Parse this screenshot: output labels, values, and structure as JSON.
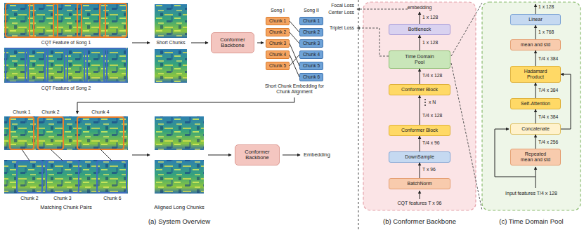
{
  "diagram": {
    "nodes": [
      {
        "text": [
          "Conformer Backbone"
        ]
      },
      {
        "text": [
          "Chunk 1"
        ]
      },
      {
        "text": [
          "Chunk 2"
        ]
      },
      {
        "text": [
          "Chunk 3"
        ]
      },
      {
        "text": [
          "Chunk 4"
        ]
      },
      {
        "text": [
          "Chunk 5"
        ]
      },
      {
        "text": [
          "Chunk 1"
        ]
      },
      {
        "text": [
          "Chunk 2"
        ]
      },
      {
        "text": [
          "Chunk 3"
        ]
      },
      {
        "text": [
          "Chunk 4"
        ]
      },
      {
        "text": [
          "Chunk 5"
        ]
      },
      {
        "text": [
          "Chunk 6"
        ]
      },
      {
        "text": [
          "Conformer Backbone"
        ]
      },
      {
        "text": [
          "Bottleneck"
        ]
      },
      {
        "text": [
          "Time Domain Pool"
        ]
      },
      {
        "text": [
          "Conformer Block"
        ]
      },
      {
        "text": [
          "Conformer Block"
        ]
      },
      {
        "text": [
          "DownSample"
        ]
      },
      {
        "text": [
          "BatchNorm"
        ]
      },
      {
        "text": [
          "Linear"
        ]
      },
      {
        "text": [
          "mean and std"
        ]
      },
      {
        "text": [
          "Hadamard Product"
        ]
      },
      {
        "text": [
          "Self-Attention"
        ]
      },
      {
        "text": [
          "Concatenate"
        ]
      },
      {
        "text": [
          "Repeated mean and std"
        ]
      }
    ],
    "edges": [
      {
        "from": 1,
        "to": 7,
        "arrow": "none"
      },
      {
        "from": 2,
        "to": 8,
        "arrow": "none"
      },
      {
        "from": 3,
        "to": 10,
        "arrow": "none"
      },
      {
        "from": 4,
        "to": 11,
        "arrow": "none"
      },
      {
        "from": 5,
        "to": 9,
        "arrow": "none"
      },
      {
        "from": 18,
        "to": 17,
        "arrow": "to"
      },
      {
        "from": 17,
        "to": 16,
        "arrow": "to"
      },
      {
        "from": 16,
        "to": 15,
        "arrow": "to"
      },
      {
        "from": 15,
        "to": 14,
        "arrow": "to"
      },
      {
        "from": 14,
        "to": 13,
        "arrow": "to"
      },
      {
        "from": 24,
        "to": 23,
        "arrow": "to"
      },
      {
        "from": 23,
        "to": 22,
        "arrow": "to"
      },
      {
        "from": 22,
        "to": 21,
        "arrow": "to"
      },
      {
        "from": 23,
        "to": 21,
        "arrow": "to"
      },
      {
        "from": 21,
        "to": 20,
        "arrow": "to"
      },
      {
        "from": 20,
        "to": 19,
        "arrow": "to"
      }
    ],
    "labels": [
      "CQT Feature of Song 1",
      "CQT Feature of Song 2",
      "Short Chunks",
      "Song I",
      "Song II",
      "Short Chunk Embedding for Chunk Alignment",
      "Chunk 1",
      "Chunk 2",
      "Chunk 4",
      "Chunk 2",
      "Chunk 3",
      "Chunk 6",
      "Matching Chunk Pairs",
      "Aligned Long Chunks",
      "Embedding",
      "(a) System Overview",
      "Focal Loss",
      "Center Loss",
      "Triplet Loss",
      "embedding",
      "1 x 128",
      "1 x 128",
      "T/4 x 128",
      "x N",
      "T/4 x 128",
      "T/4 x 96",
      "T x 96",
      "CQT features T x 96",
      "(b) Conformer Backbone",
      "1 x 128",
      "1 x 768",
      "T/4 x 384",
      "T/4 x 384",
      "T/4 x 384",
      "T/4 x 256",
      "Input features T/4 x 128",
      "(c) Time Domain Pool"
    ]
  }
}
